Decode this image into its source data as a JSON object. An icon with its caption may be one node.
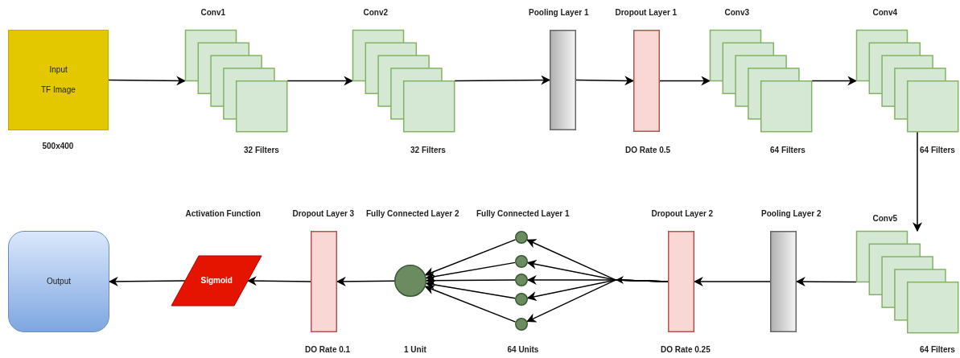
{
  "diagram": {
    "nodes": [
      {
        "text": [
          "Input",
          "TF Image"
        ],
        "beside": [
          "500x400"
        ]
      },
      {
        "text": [
          "Conv1"
        ],
        "beside": [
          "32 Filters"
        ]
      },
      {
        "text": [
          "Conv2"
        ],
        "beside": [
          "32 Filters"
        ]
      },
      {
        "text": [
          "Pooling Layer 1"
        ]
      },
      {
        "text": [
          "Dropout Layer 1"
        ],
        "beside": [
          "DO Rate 0.5"
        ]
      },
      {
        "text": [
          "Conv3"
        ],
        "beside": [
          "64 Filters"
        ]
      },
      {
        "text": [
          "Conv4"
        ],
        "beside": [
          "64 Filters"
        ]
      },
      {
        "text": [
          "Conv5"
        ],
        "beside": [
          "64 Filters"
        ]
      },
      {
        "text": [
          "Pooling Layer 2"
        ]
      },
      {
        "text": [
          "Dropout Layer 2"
        ],
        "beside": [
          "DO Rate 0.25"
        ]
      },
      {
        "text": [],
        "shape": "circle"
      },
      {
        "text": [],
        "shape": "circle"
      },
      {
        "text": [],
        "shape": "circle"
      },
      {
        "text": [],
        "shape": "circle"
      },
      {
        "text": [],
        "shape": "circle"
      },
      {
        "text": [],
        "shape": "circle"
      },
      {
        "text": [
          "Dropout Layer 3"
        ],
        "beside": [
          "DO Rate 0.1"
        ]
      },
      {
        "text": [
          "Activation Function",
          "Sigmoid"
        ]
      },
      {
        "text": [
          "Output"
        ]
      }
    ],
    "edges": [
      {
        "from": 0,
        "to": 1,
        "arrow": "to"
      },
      {
        "from": 1,
        "to": 2,
        "arrow": "to"
      },
      {
        "from": 2,
        "to": 3,
        "arrow": "to"
      },
      {
        "from": 3,
        "to": 4,
        "arrow": "to"
      },
      {
        "from": 4,
        "to": 5,
        "arrow": "to"
      },
      {
        "from": 5,
        "to": 6,
        "arrow": "to"
      },
      {
        "from": 6,
        "to": 7,
        "arrow": "to"
      },
      {
        "from": 7,
        "to": 8,
        "arrow": "to"
      },
      {
        "from": 8,
        "to": 9,
        "arrow": "to"
      },
      {
        "from": 9,
        "to": 10,
        "arrow": "to"
      },
      {
        "from": 9,
        "to": 11,
        "arrow": "to"
      },
      {
        "from": 9,
        "to": 12,
        "arrow": "to"
      },
      {
        "from": 9,
        "to": 13,
        "arrow": "to"
      },
      {
        "from": 9,
        "to": 14,
        "arrow": "to"
      },
      {
        "from": 10,
        "to": 15,
        "arrow": "to"
      },
      {
        "from": 11,
        "to": 15,
        "arrow": "to"
      },
      {
        "from": 12,
        "to": 15,
        "arrow": "to"
      },
      {
        "from": 13,
        "to": 15,
        "arrow": "to"
      },
      {
        "from": 14,
        "to": 15,
        "arrow": "to"
      },
      {
        "from": 15,
        "to": 16,
        "arrow": "to"
      },
      {
        "from": 16,
        "to": 17,
        "arrow": "to"
      },
      {
        "from": 17,
        "to": 18,
        "arrow": "to"
      }
    ],
    "labels": [
      "Fully Connected Layer 2",
      "Fully Connected Layer 1",
      "1 Unit",
      "64 Units"
    ]
  }
}
